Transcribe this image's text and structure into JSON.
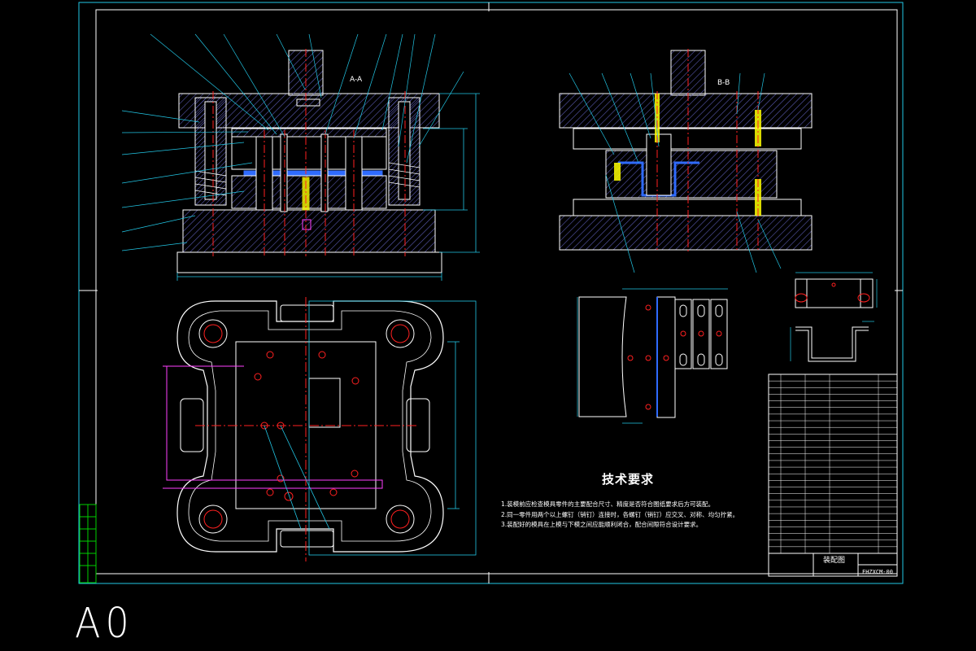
{
  "drawing": {
    "sheet_size": "A0",
    "section_labels": {
      "a": "A-A",
      "b": "B-B"
    },
    "technical_requirements": {
      "title": "技术要求",
      "notes": [
        "1.装模前应检查模具零件的主要配合尺寸、精度是否符合图纸要求后方可装配。",
        "2.同一零件用两个以上螺钉（销钉）连接时，各螺钉（销钉）应交叉、对称、均匀拧紧。",
        "3.装配好的模具在上模与下模之间应能顺利闭合，配合间隙符合设计要求。"
      ]
    },
    "title_block": {
      "name": "装配图",
      "code": "FHZXCM-00"
    },
    "colors": {
      "frame": "#ffffff",
      "outline": "#ffffff",
      "centerline": "#ff2020",
      "leader": "#22c7e6",
      "dimension": "#22c7e6",
      "hatch": "#5a5ab0",
      "part_blue": "#2f6bff",
      "strip": "#ff40ff",
      "accent_yellow": "#ffff00",
      "green": "#00d000"
    }
  }
}
